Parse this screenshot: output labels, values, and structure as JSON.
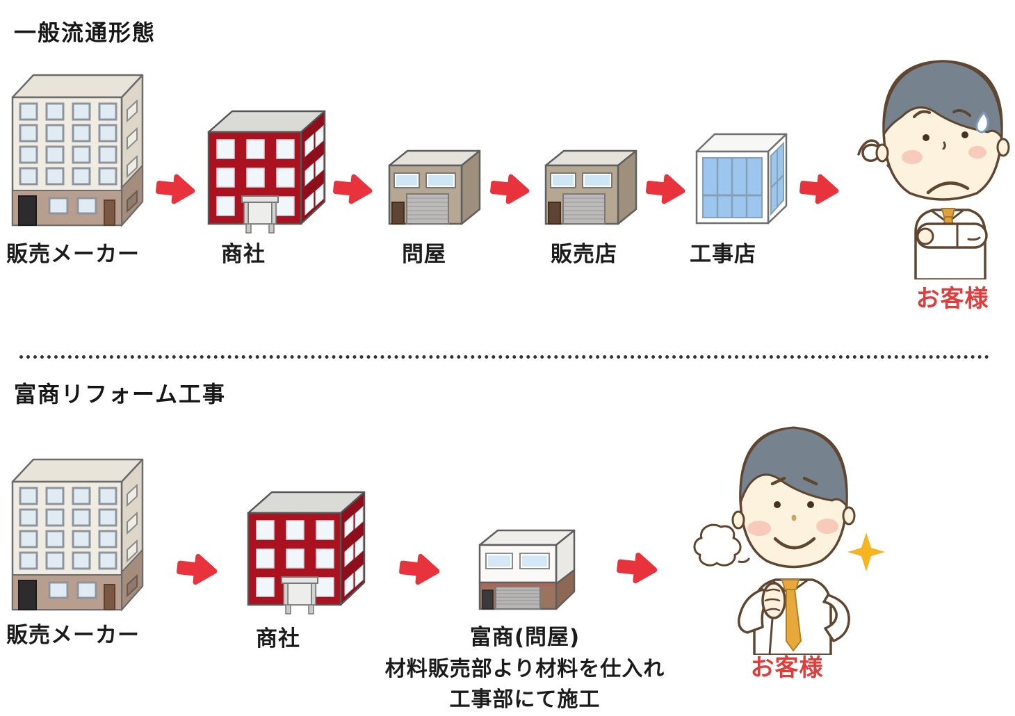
{
  "colors": {
    "arrow": "#e8333c",
    "customer_text": "#e03c3c",
    "heading_text": "#161616",
    "red_building": "#ab121f",
    "glass_blue": "#9cc6ee"
  },
  "icons": {
    "flow_arrow": "flow-arrow-right",
    "sweat": "sweat-drop",
    "sparkle": "sparkle-star",
    "sigh": "sigh-squiggle",
    "puff": "proud-puff-cloud"
  },
  "top": {
    "title": "一般流通形態",
    "labels": {
      "maker": "販売メーカー",
      "shosha": "商社",
      "tonya": "問屋",
      "hanbaiten": "販売店",
      "kojiten": "工事店",
      "customer": "お客様"
    }
  },
  "bottom": {
    "title": "富商リフォーム工事",
    "labels": {
      "maker": "販売メーカー",
      "shosha": "商社",
      "fusho": "富商(問屋)",
      "fusho_detail1": "材料販売部より材料を仕入れ",
      "fusho_detail2": "工事部にて施工",
      "customer": "お客様"
    }
  }
}
